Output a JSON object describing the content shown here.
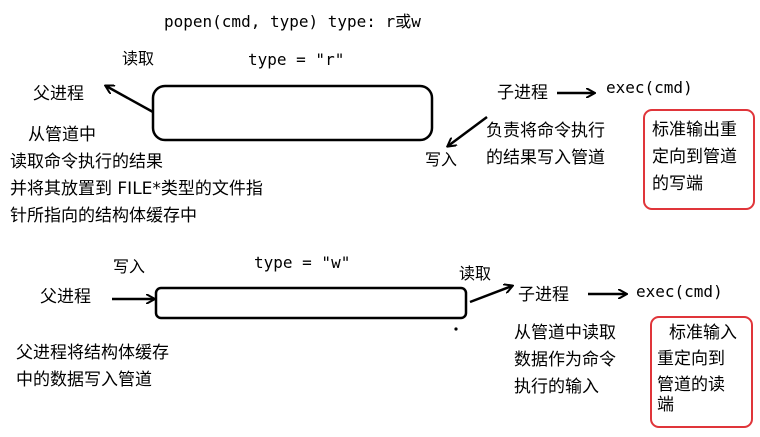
{
  "title": "popen(cmd, type)   type: r或w",
  "top": {
    "type_label": "type = \"r\"",
    "read_label": "读取",
    "parent_label": "父进程",
    "parent_desc": [
      "从管道中",
      "读取命令执行的结果",
      "并将其放置到 FILE*类型的文件指",
      "针所指向的结构体缓存中"
    ],
    "write_label": "写入",
    "child_label": "子进程",
    "exec_label": "exec(cmd)",
    "child_desc": [
      "负责将命令执行",
      "的结果写入管道"
    ],
    "redirect_box": [
      "标准输出重",
      "定向到管道",
      "的写端"
    ]
  },
  "bottom": {
    "type_label": "type = \"w\"",
    "write_label": "写入",
    "parent_label": "父进程",
    "parent_desc": [
      "父进程将结构体缓存",
      "中的数据写入管道"
    ],
    "read_label": "读取",
    "child_label": "子进程",
    "exec_label": "exec(cmd)",
    "child_desc": [
      "从管道中读取",
      "数据作为命令",
      "执行的输入"
    ],
    "redirect_box": [
      "标准输入",
      "重定向到",
      "管道的读",
      "端"
    ]
  },
  "colors": {
    "ink": "#000000",
    "highlight_border": "#e0353a"
  }
}
